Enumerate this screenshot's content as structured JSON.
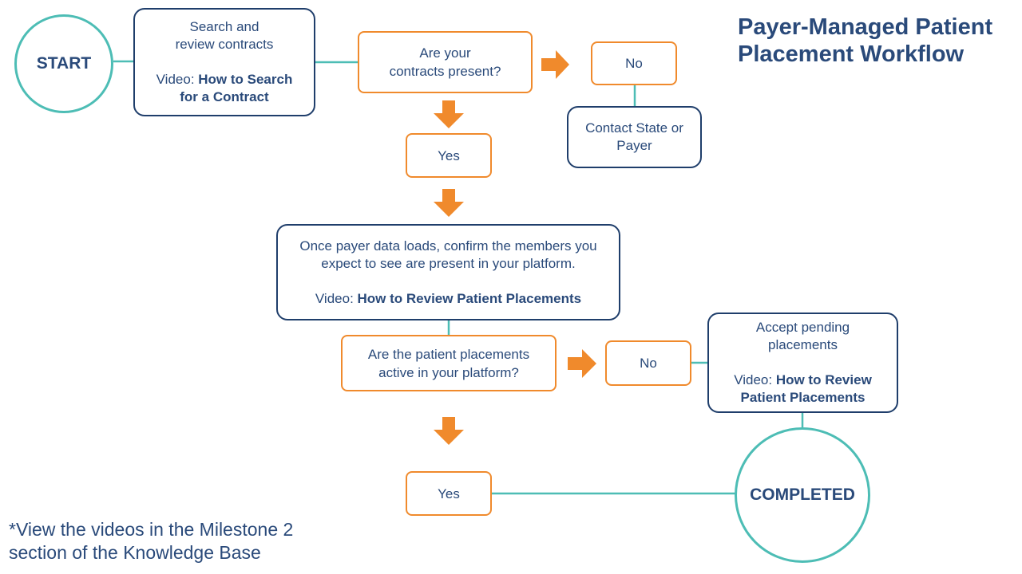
{
  "title": {
    "line1": "Payer-Managed Patient",
    "line2": "Placement Workflow"
  },
  "nodes": {
    "start": {
      "label": "START"
    },
    "search": {
      "text1": "Search and",
      "text2": "review contracts",
      "video_prefix": "Video: ",
      "video_title1": "How to Search",
      "video_title2": "for a Contract"
    },
    "q_contracts": {
      "text1": "Are your",
      "text2": "contracts present?"
    },
    "no_contracts": {
      "label": "No"
    },
    "contact": {
      "text1": "Contact State or",
      "text2": "Payer"
    },
    "yes_contracts": {
      "label": "Yes"
    },
    "confirm": {
      "text1": "Once payer data loads, confirm the members you",
      "text2": "expect to see are present in your platform.",
      "video_prefix": "Video: ",
      "video_title": "How to Review Patient Placements"
    },
    "q_active": {
      "text1": "Are the patient placements",
      "text2": "active in your platform?"
    },
    "no_active": {
      "label": "No"
    },
    "accept": {
      "text1": "Accept pending",
      "text2": "placements",
      "video_prefix": "Video: ",
      "video_title1": "How to Review",
      "video_title2": "Patient Placements"
    },
    "yes_active": {
      "label": "Yes"
    },
    "completed": {
      "label": "COMPLETED"
    }
  },
  "footnote": {
    "line1": "*View the videos in the Milestone 2",
    "line2": "section of the Knowledge Base"
  },
  "colors": {
    "teal": "#4dbdb5",
    "navy": "#1f3e6b",
    "orange": "#f08a2c",
    "text": "#2a4a7a"
  },
  "edges": [
    {
      "from": "start",
      "to": "search"
    },
    {
      "from": "search",
      "to": "q_contracts"
    },
    {
      "from": "q_contracts",
      "to": "no_contracts"
    },
    {
      "from": "no_contracts",
      "to": "contact"
    },
    {
      "from": "q_contracts",
      "to": "yes_contracts"
    },
    {
      "from": "yes_contracts",
      "to": "confirm"
    },
    {
      "from": "confirm",
      "to": "q_active"
    },
    {
      "from": "q_active",
      "to": "no_active"
    },
    {
      "from": "no_active",
      "to": "accept"
    },
    {
      "from": "accept",
      "to": "completed"
    },
    {
      "from": "q_active",
      "to": "yes_active"
    },
    {
      "from": "yes_active",
      "to": "completed"
    }
  ]
}
